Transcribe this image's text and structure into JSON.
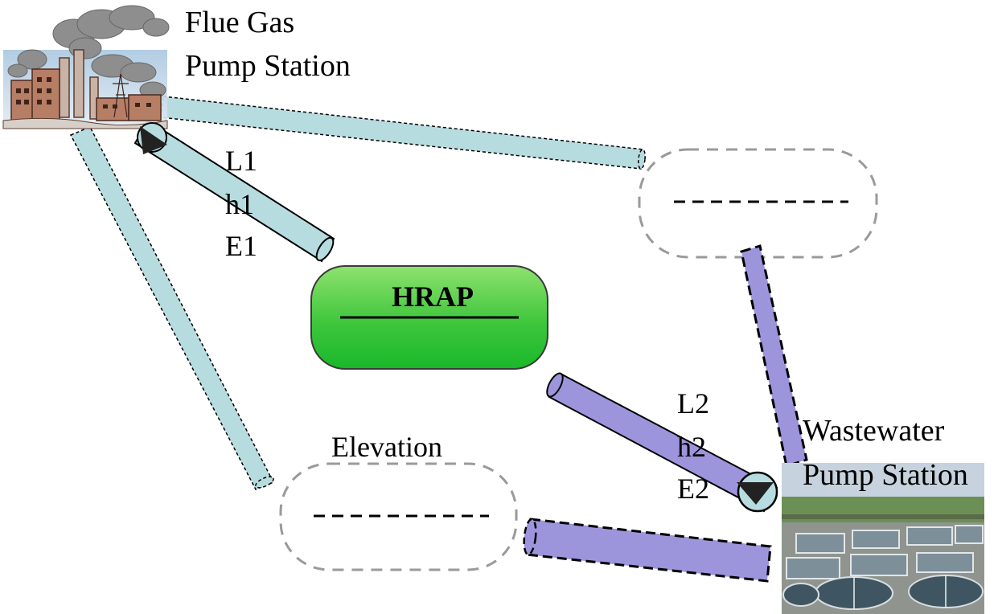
{
  "flue_gas_station": {
    "line1": "Flue Gas",
    "line2": "Pump Station",
    "icon": "factory-smokestack-icon"
  },
  "wastewater_station": {
    "line1": "Wastewater",
    "line2": "Pump Station",
    "icon": "wastewater-treatment-plant-photo"
  },
  "hrap": {
    "label": "HRAP"
  },
  "pipe1": {
    "length": "L1",
    "head": "h1",
    "energy": "E1"
  },
  "pipe2": {
    "length": "L2",
    "head": "h2",
    "energy": "E2"
  },
  "elevation": {
    "label": "Elevation"
  },
  "colors": {
    "gas_pipe": "#b7dcdf",
    "water_pipe": "#9d95dc",
    "hrap_top": "#8fe26e",
    "hrap_bottom": "#1aab28",
    "placeholder_border": "#9a9a9a"
  }
}
